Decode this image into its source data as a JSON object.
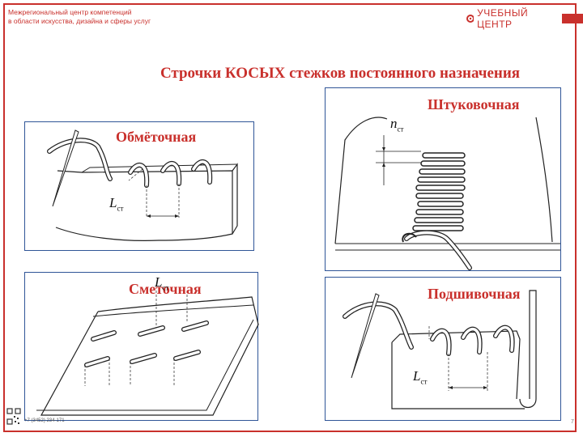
{
  "header": {
    "org_line1": "Межрегиональный центр компетенций",
    "org_line2": "в области искусства, дизайна и сферы услуг",
    "logo_text": "УЧЕБНЫЙ ЦЕНТР"
  },
  "slide": {
    "title": "Строчки КОСЫХ стежков постоянного назначения",
    "page_number": "7"
  },
  "panels": {
    "obmetochnaya": {
      "label": "Обмёточная",
      "dim_label": "L",
      "dim_sub": "ст"
    },
    "shtukovochnaya": {
      "label": "Штуковочная",
      "dim_label": "n",
      "dim_sub": "ст"
    },
    "smetochnaya": {
      "label": "Сметочная",
      "dim_label": "L",
      "dim_sub": "ст"
    },
    "podshivochnaya": {
      "label": "Подшивочная",
      "dim_label": "L",
      "dim_sub": "ст"
    }
  },
  "footer": {
    "phone": "+7 (3452) 234-171"
  },
  "colors": {
    "accent": "#c9302c",
    "panel_border": "#2f5597"
  }
}
